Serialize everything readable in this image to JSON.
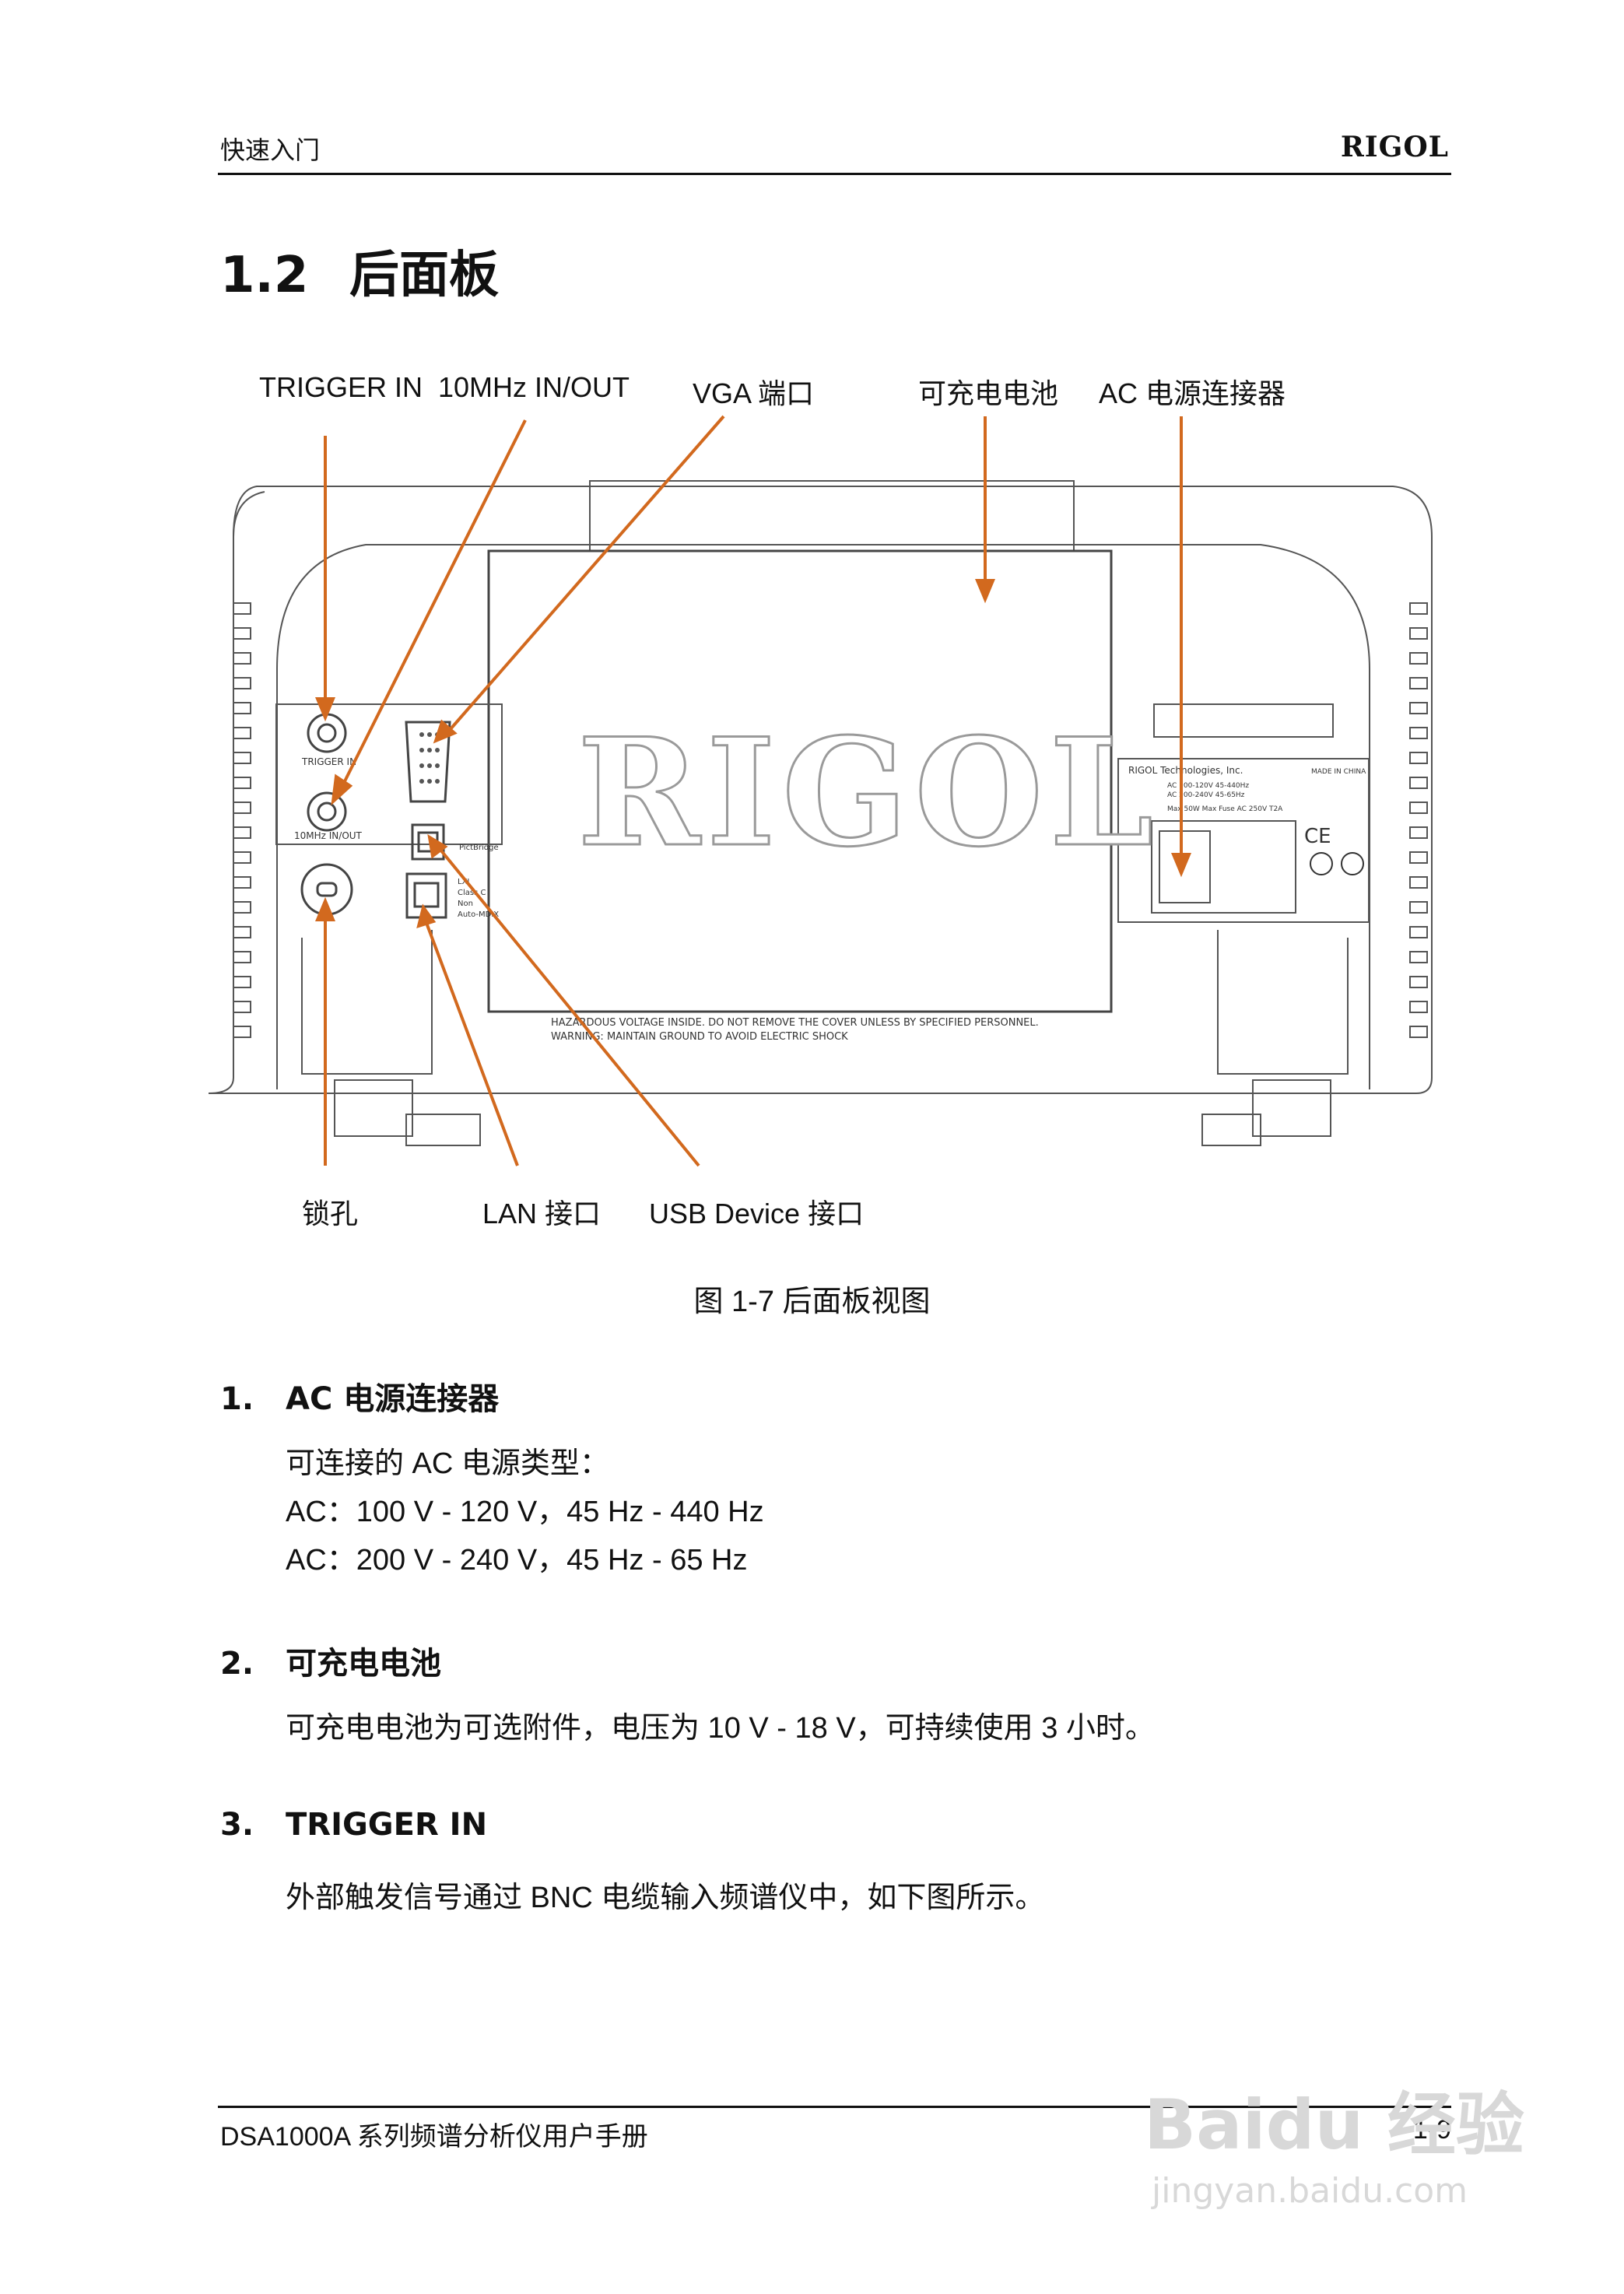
{
  "header": {
    "left": "快速入门",
    "right": "RIGOL"
  },
  "section": {
    "number": "1.2",
    "title": "后面板"
  },
  "figure": {
    "callouts_top": [
      "TRIGGER IN",
      "10MHz IN/OUT",
      "VGA 端口",
      "可充电电池",
      "AC 电源连接器"
    ],
    "callouts_bottom": [
      "锁孔",
      "LAN 接口",
      "USB Device 接口"
    ],
    "panel_text": {
      "logo": "RIGOL",
      "trigger_label": "TRIGGER IN",
      "ref_label": "10MHz  IN/OUT",
      "lan_label": [
        "LXI",
        "Class C",
        "Non",
        "Auto-MDIX"
      ],
      "usb_label": "PictBridge",
      "company": "RIGOL Technologies, Inc.",
      "made_in": "MADE IN CHINA",
      "ac_spec_1": "AC 100-120V  45-440Hz",
      "ac_spec_2": "AC 200-240V  45-65Hz",
      "power_spec": "Max 50W Max   Fuse AC 250V T2A",
      "warning_1": "HAZARDOUS VOLTAGE INSIDE. DO NOT REMOVE THE COVER UNLESS BY SPECIFIED PERSONNEL.",
      "warning_2": "WARNING: MAINTAIN GROUND TO AVOID ELECTRIC SHOCK"
    },
    "caption": "图  1-7 后面板视图",
    "accent_color": "#d2691e"
  },
  "items": [
    {
      "number": "1.",
      "title": "AC 电源连接器",
      "lines": [
        "可连接的 AC 电源类型：",
        "AC：100 V - 120 V，45 Hz - 440 Hz",
        "AC：200 V - 240 V，45 Hz - 65 Hz"
      ]
    },
    {
      "number": "2.",
      "title": "可充电电池",
      "lines": [
        "可充电电池为可选附件，电压为 10 V - 18 V，可持续使用 3 小时。"
      ]
    },
    {
      "number": "3.",
      "title": "TRIGGER IN",
      "lines": [
        "外部触发信号通过 BNC 电缆输入频谱仪中，如下图所示。"
      ]
    }
  ],
  "footer": {
    "left": "DSA1000A 系列频谱分析仪用户手册",
    "right": "1-9"
  },
  "watermark": {
    "brand": "Baidu 经验",
    "url": "jingyan.baidu.com"
  }
}
